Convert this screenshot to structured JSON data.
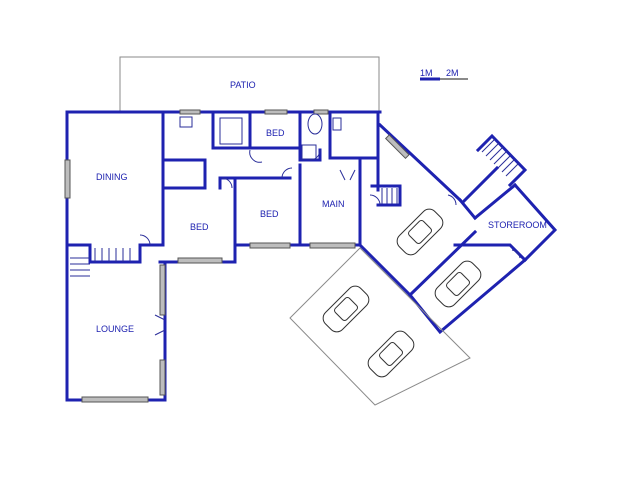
{
  "rooms": {
    "patio": "PATIO",
    "bed_top": "BED",
    "dining": "DINING",
    "bed_mid": "BED",
    "bed_left": "BED",
    "main": "MAIN",
    "lounge": "LOUNGE",
    "storeroom": "STOREROOM"
  },
  "scale": {
    "one": "1M",
    "two": "2M"
  },
  "colors": {
    "wall": "#1e22b0",
    "window": "#bdbdbd"
  }
}
